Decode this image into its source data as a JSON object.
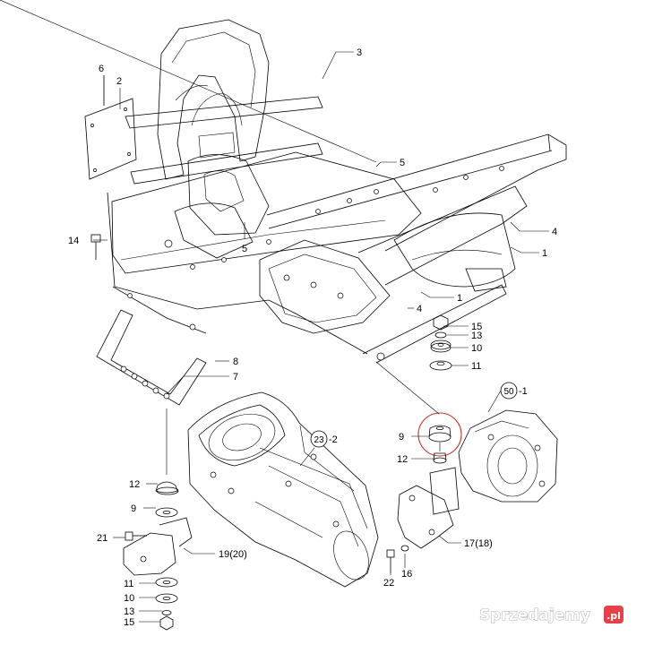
{
  "labels": {
    "frame_bracket_top": "3",
    "bolt_top_left": "6",
    "side_cover": "2",
    "clip_upper": "5",
    "clip_lower": "5",
    "bolt_right_upper": "4",
    "nut_right_upper": "1",
    "nut_right_lower": "1",
    "bolt_right_lower": "4",
    "bolt_left": "14",
    "nut_15_upper": "15",
    "washer_13_upper": "13",
    "mount_10_upper": "10",
    "mount_11_upper": "11",
    "bolt_8": "8",
    "bracket_7": "7",
    "mount_9_right": "9",
    "mount_12_right": "12",
    "mount_12_left": "12",
    "mount_9_left": "9",
    "bolt_21": "21",
    "bracket_19": "19(20)",
    "mount_11_left": "11",
    "mount_10_left": "10",
    "washer_13_left": "13",
    "nut_15_left": "15",
    "bracket_17": "17(18)",
    "washer_16": "16",
    "bolt_22": "22"
  },
  "callouts": {
    "assembly_50": {
      "number": "50",
      "suffix": "-1"
    },
    "assembly_23": {
      "number": "23",
      "suffix": "-2"
    }
  },
  "watermark": {
    "text": "Sprzedajemy",
    "suffix": ".pl"
  },
  "colors": {
    "line": "#000000",
    "highlight": "#c0392b",
    "watermark_badge": "#e8404a"
  }
}
